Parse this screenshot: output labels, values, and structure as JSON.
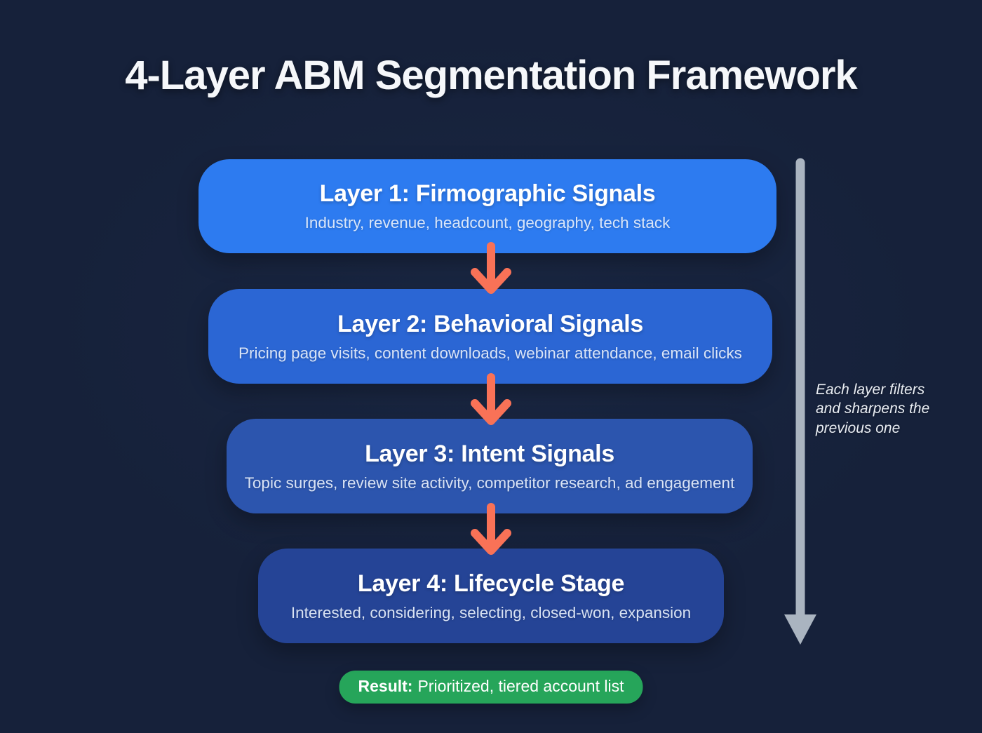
{
  "title": "4-Layer ABM Segmentation Framework",
  "layers": [
    {
      "title": "Layer 1: Firmographic Signals",
      "subtitle": "Industry, revenue, headcount, geography, tech stack",
      "color": "#2d7bf0"
    },
    {
      "title": "Layer 2: Behavioral Signals",
      "subtitle": "Pricing page visits, content downloads, webinar attendance, email clicks",
      "color": "#2b66d4"
    },
    {
      "title": "Layer 3: Intent Signals",
      "subtitle": "Topic surges, review site activity, competitor research, ad engagement",
      "color": "#2c55ae"
    },
    {
      "title": "Layer 4: Lifecycle Stage",
      "subtitle": "Interested, considering, selecting, closed-won, expansion",
      "color": "#254496"
    }
  ],
  "side_note": "Each layer filters and sharpens the previous one",
  "result": {
    "label": "Result:",
    "text": "Prioritized, tiered account list",
    "color": "#26a55a"
  },
  "colors": {
    "background": "#16213a",
    "connector_arrow": "#f97257",
    "side_arrow": "#aab4c0"
  }
}
